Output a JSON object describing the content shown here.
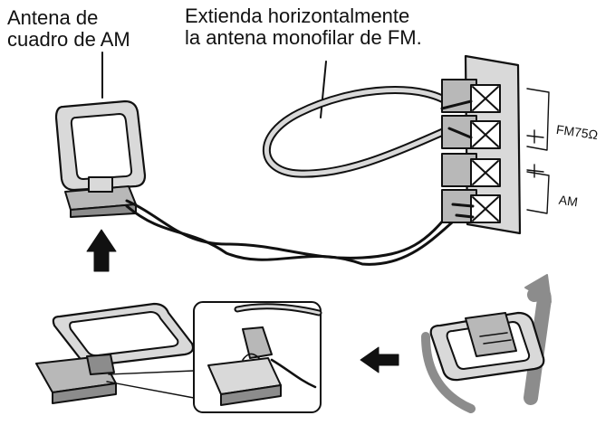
{
  "labels": {
    "am_loop_antenna": [
      "Antena de",
      "cuadro de AM"
    ],
    "fm_instruction": [
      "Extienda horizontalmente",
      "la antena monofilar de FM."
    ],
    "terminal_fm": "FM75Ω",
    "terminal_am": "AM"
  },
  "colors": {
    "line": "#111111",
    "fill_light": "#d9d9d9",
    "fill_mid": "#b8b8b8",
    "fill_dark": "#8c8c8c",
    "background": "#ffffff"
  },
  "icons": {
    "up_arrow": "arrow-up-icon",
    "left_arrow": "arrow-left-icon",
    "rotate_arrow": "rotate-arrow-icon"
  }
}
